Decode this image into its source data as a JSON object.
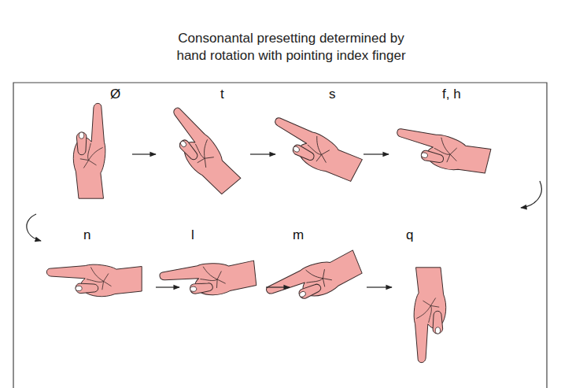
{
  "diagram": {
    "title": "Consonantal presetting determined by hand rotation with pointing index finger",
    "labels": [
      "Ø",
      "t",
      "s",
      "f, h",
      "n",
      "l",
      "m",
      "q"
    ]
  }
}
